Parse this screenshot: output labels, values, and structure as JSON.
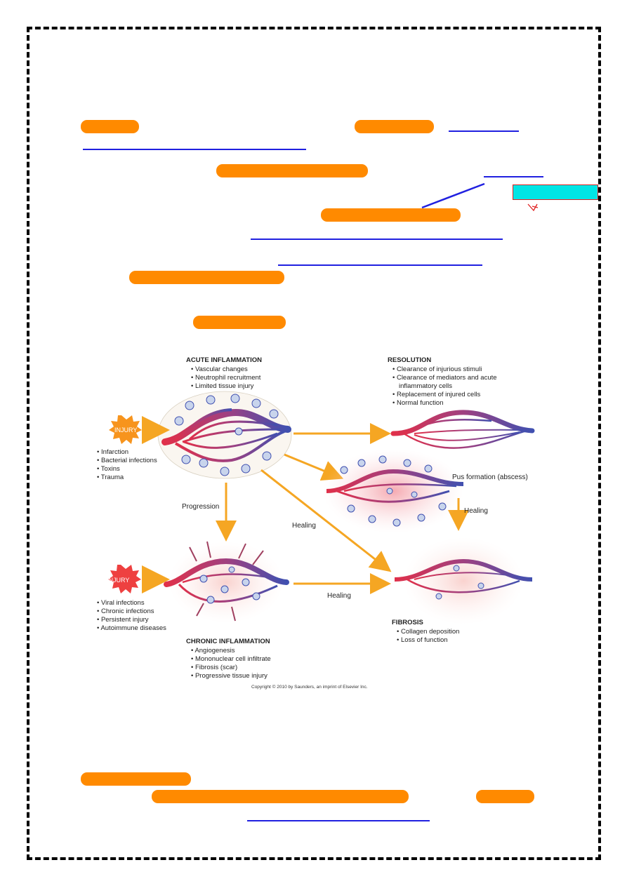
{
  "colors": {
    "highlight": "#ff8a00",
    "link_underline": "#2020e0",
    "cyan_box": "#00e5e5",
    "cyan_box_border": "#e02020",
    "arrow_orange": "#f5a623",
    "injury_orange": "#f7941d",
    "injury_red": "#ee4040",
    "vessel_red": "#e0304a",
    "vessel_blue": "#4050b0"
  },
  "figure": {
    "acute": {
      "title": "ACUTE INFLAMMATION",
      "items": [
        "• Vascular changes",
        "• Neutrophil recruitment",
        "• Limited tissue injury"
      ]
    },
    "resolution": {
      "title": "RESOLUTION",
      "items": [
        "• Clearance of injurious stimuli",
        "• Clearance of mediators and acute",
        "inflammatory cells",
        "• Replacement of injured cells",
        "• Normal function"
      ]
    },
    "injury1": {
      "label": "INJURY",
      "items": [
        "• Infarction",
        "• Bacterial infections",
        "• Toxins",
        "• Trauma"
      ]
    },
    "injury2": {
      "label": "INJURY",
      "items": [
        "• Viral infections",
        "• Chronic infections",
        "• Persistent injury",
        "• Autoimmune diseases"
      ]
    },
    "pus": "Pus formation (abscess)",
    "progression": "Progression",
    "healing_diag": "Healing",
    "healing_right": "Healing",
    "healing_bottom": "Healing",
    "chronic": {
      "title": "CHRONIC INFLAMMATION",
      "items": [
        "• Angiogenesis",
        "• Mononuclear cell infiltrate",
        "• Fibrosis (scar)",
        "• Progressive tissue injury"
      ]
    },
    "fibrosis": {
      "title": "FIBROSIS",
      "items": [
        "• Collagen deposition",
        "• Loss of function"
      ]
    },
    "copyright": "Copyright © 2010 by Saunders, an imprint of Elsevier Inc."
  }
}
